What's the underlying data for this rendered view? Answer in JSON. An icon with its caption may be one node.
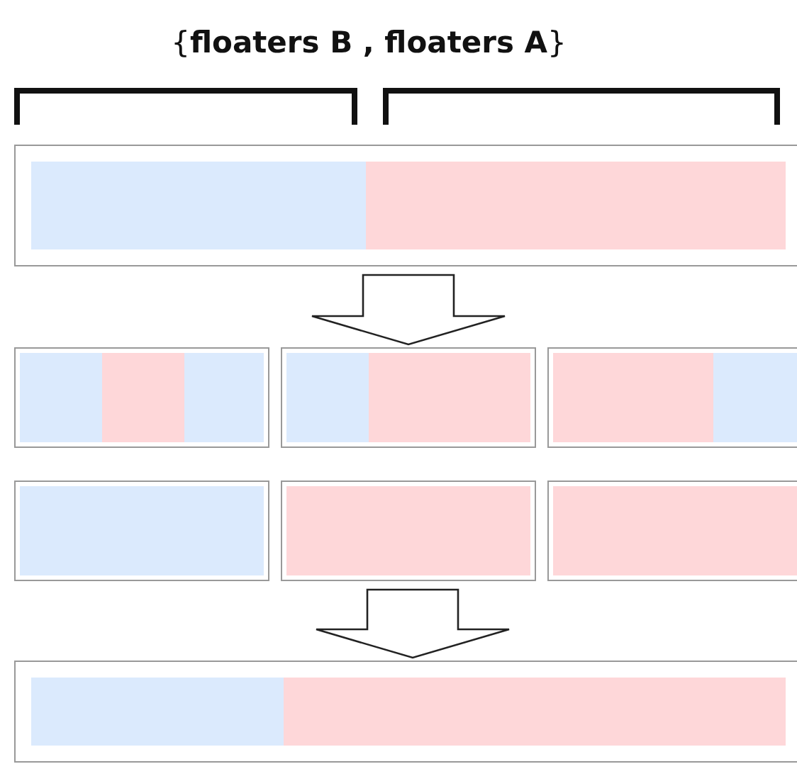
{
  "diagram": {
    "title": "{**floaters B , floaters A**}",
    "nodes": [
      {
        "text": [],
        "shape": "box"
      },
      {
        "text": [],
        "shape": "box"
      },
      {
        "text": [],
        "shape": "box"
      },
      {
        "text": [],
        "shape": "box"
      },
      {
        "text": [],
        "shape": "box"
      },
      {
        "text": [],
        "shape": "box"
      },
      {
        "text": [],
        "shape": "box"
      },
      {
        "text": [],
        "shape": "box"
      }
    ],
    "edges": [
      {
        "from": 0,
        "to": 2,
        "arrow": "to"
      },
      {
        "from": 5,
        "to": 7,
        "arrow": "to"
      }
    ]
  }
}
